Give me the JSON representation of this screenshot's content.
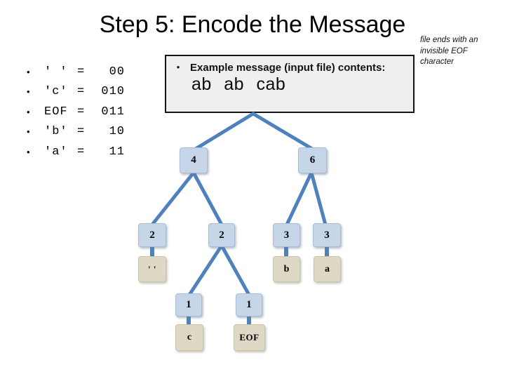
{
  "title": "Step 5: Encode the Message",
  "side_note": "file ends with an invisible EOF character",
  "bullet_glyph": "•",
  "code_list": {
    "eq": "=",
    "items": [
      {
        "char": "' '",
        "code": "00"
      },
      {
        "char": "'c'",
        "code": "010"
      },
      {
        "char": "EOF",
        "code": "011"
      },
      {
        "char": "'b'",
        "code": "10"
      },
      {
        "char": "'a'",
        "code": "11"
      }
    ]
  },
  "example_box": {
    "label": "Example message (input file) contents:",
    "message": "ab ab cab"
  },
  "tree": {
    "nodes": {
      "n4": "4",
      "n6": "6",
      "n2_left": "2",
      "n2_right": "2",
      "n3_left": "3",
      "n3_right": "3",
      "n1_left": "1",
      "n1_right": "1",
      "leaf_space": "' '",
      "leaf_b": "b",
      "leaf_a": "a",
      "leaf_c": "c",
      "leaf_eof": "EOF"
    }
  },
  "colors": {
    "edge_blue": "#4f81bd",
    "node_blue_fill": "#c6d5e7",
    "leaf_tan_fill": "#ded9c4"
  }
}
